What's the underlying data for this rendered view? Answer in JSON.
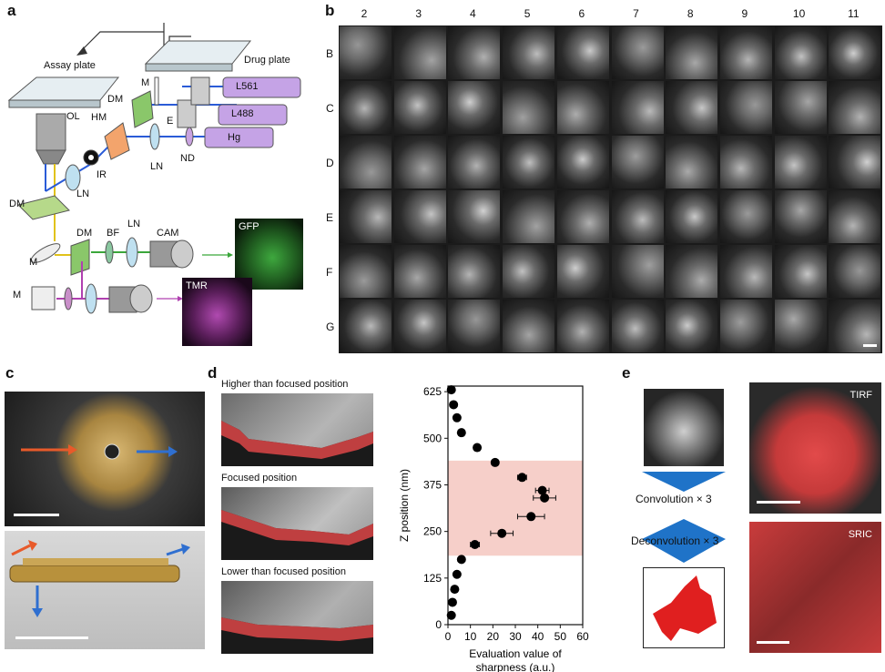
{
  "panels": {
    "a": {
      "letter": "a",
      "assay_plate": "Assay plate",
      "drug_plate": "Drug plate",
      "components": [
        "OL",
        "HM",
        "DM",
        "M",
        "E",
        "IR",
        "LN",
        "ND",
        "BF",
        "CAM",
        "DM",
        "DM",
        "M",
        "M",
        "LN",
        "LN"
      ],
      "lasers": [
        "L561",
        "L488",
        "Hg"
      ],
      "channels": [
        "GFP",
        "TMR"
      ]
    },
    "b": {
      "letter": "b",
      "columns": [
        "2",
        "3",
        "4",
        "5",
        "6",
        "7",
        "8",
        "9",
        "10",
        "11"
      ],
      "rows": [
        "B",
        "C",
        "D",
        "E",
        "F",
        "G"
      ]
    },
    "c": {
      "letter": "c"
    },
    "d": {
      "letter": "d",
      "captions": [
        "Higher than focused position",
        "Focused position",
        "Lower than focused position"
      ]
    },
    "e": {
      "letter": "e",
      "convolution": "Convolution × 3",
      "deconvolution": "Deconvolution × 3",
      "tirf": "TIRF",
      "sric": "SRIC"
    }
  },
  "chart_data": {
    "type": "scatter",
    "title": "",
    "xlabel": "Evaluation value of sharpness (a.u.)",
    "ylabel": "Z position (nm)",
    "xlim": [
      0,
      60
    ],
    "ylim": [
      0,
      640
    ],
    "x_ticks": [
      0,
      10,
      20,
      30,
      40,
      50,
      60
    ],
    "y_ticks": [
      0,
      125,
      250,
      375,
      500,
      625
    ],
    "highlight_band": {
      "y_from": 185,
      "y_to": 440,
      "color": "#f6cfc9"
    },
    "points": [
      {
        "x": 1.5,
        "y": 630,
        "xerr": 0
      },
      {
        "x": 2.5,
        "y": 590,
        "xerr": 0
      },
      {
        "x": 4,
        "y": 555,
        "xerr": 0
      },
      {
        "x": 6,
        "y": 515,
        "xerr": 0
      },
      {
        "x": 13,
        "y": 475,
        "xerr": 0
      },
      {
        "x": 21,
        "y": 435,
        "xerr": 1.5
      },
      {
        "x": 33,
        "y": 395,
        "xerr": 2
      },
      {
        "x": 42,
        "y": 360,
        "xerr": 3
      },
      {
        "x": 43,
        "y": 340,
        "xerr": 5
      },
      {
        "x": 37,
        "y": 290,
        "xerr": 6
      },
      {
        "x": 24,
        "y": 245,
        "xerr": 5
      },
      {
        "x": 12,
        "y": 215,
        "xerr": 2
      },
      {
        "x": 6,
        "y": 175,
        "xerr": 0
      },
      {
        "x": 4,
        "y": 135,
        "xerr": 0
      },
      {
        "x": 3,
        "y": 95,
        "xerr": 0
      },
      {
        "x": 2,
        "y": 60,
        "xerr": 0
      },
      {
        "x": 1.5,
        "y": 25,
        "xerr": 0
      }
    ]
  }
}
